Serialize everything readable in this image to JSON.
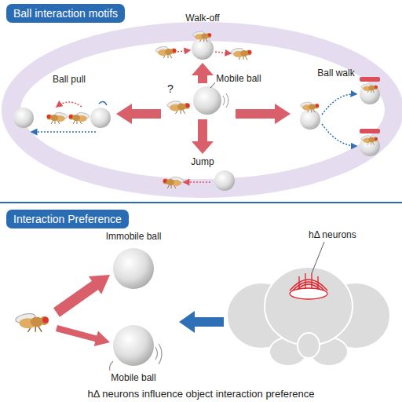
{
  "diagram": {
    "caption": "hΔ neurons influence object interaction preference",
    "nodes": [
      {
        "text": [
          "Ball interaction motifs"
        ]
      },
      {
        "text": [
          "Interaction Preference"
        ]
      },
      {
        "text": [
          "Immobile ball"
        ]
      },
      {
        "text": [
          "Mobile ball"
        ]
      },
      {
        "text": [
          "hΔ neurons"
        ]
      }
    ],
    "labels": [
      "Walk-off",
      "Ball pull",
      "Mobile ball",
      "?",
      "Ball walk",
      "Jump"
    ]
  }
}
